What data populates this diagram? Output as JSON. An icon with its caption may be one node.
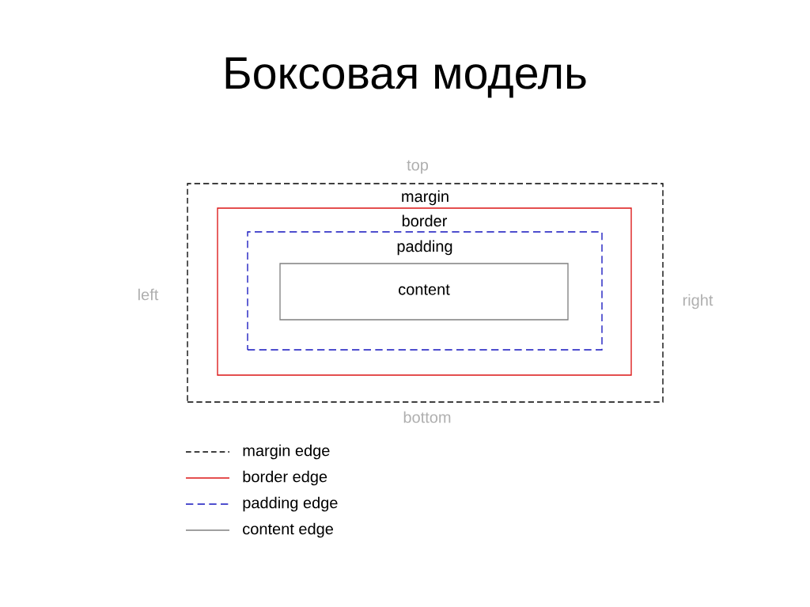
{
  "diagram": {
    "title": "Боксовая модель",
    "nodes": [
      {
        "text": [
          "margin"
        ]
      },
      {
        "text": [
          "border"
        ],
        "in": 0
      },
      {
        "text": [
          "padding"
        ],
        "in": 1
      },
      {
        "text": [
          "content"
        ],
        "in": 2
      }
    ],
    "edges": [],
    "labels": [
      "top",
      "left",
      "right",
      "bottom"
    ],
    "legend": [
      {
        "text": "margin edge"
      },
      {
        "text": "border edge"
      },
      {
        "text": "padding edge"
      },
      {
        "text": "content edge"
      }
    ]
  }
}
